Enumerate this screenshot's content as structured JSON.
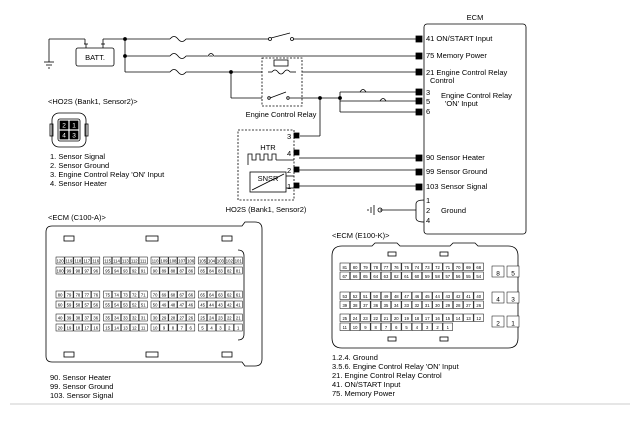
{
  "battery": {
    "label": "BATT."
  },
  "ecm": {
    "title": "ECM",
    "pins": [
      {
        "label": "41 ON/START Input"
      },
      {
        "label": "75 Memory Power"
      },
      {
        "label": "21 Engine Control Relay"
      },
      {
        "label": "Control"
      },
      {
        "label": "3"
      },
      {
        "label": "5"
      },
      {
        "label": "6"
      },
      {
        "label": "Engine Control Relay"
      },
      {
        "label": "'ON' Input"
      },
      {
        "label": "90 Sensor Heater"
      },
      {
        "label": "99 Sensor Ground"
      },
      {
        "label": "103 Sensor Signal"
      },
      {
        "label": "1"
      },
      {
        "label": "2"
      },
      {
        "label": "4"
      },
      {
        "label": "Ground"
      }
    ]
  },
  "relay": {
    "label": "Engine Control Relay"
  },
  "sensor": {
    "title": "HO2S (Bank1, Sensor2)",
    "htr": "HTR",
    "snsr": "SNSR",
    "pins": [
      "3",
      "4",
      "2",
      "1"
    ]
  },
  "ho2s_connector": {
    "title": "<HO2S (Bank1, Sensor2)>",
    "pins": [
      "2",
      "1",
      "4",
      "3"
    ],
    "legend": [
      "1. Sensor Signal",
      "2. Sensor Ground",
      "3. Engine Control Relay 'ON' Input",
      "4. Sensor Heater"
    ]
  },
  "ecm_c100": {
    "title": "<ECM (C100-A)>",
    "rows": [
      [
        "120",
        "119",
        "118",
        "117",
        "116",
        "115",
        "114",
        "113",
        "112",
        "111",
        "110",
        "109",
        "108",
        "107",
        "106",
        "105",
        "104",
        "103",
        "102",
        "101"
      ],
      [
        "100",
        "99",
        "98",
        "97",
        "96",
        "95",
        "94",
        "93",
        "92",
        "91",
        "90",
        "89",
        "88",
        "87",
        "86",
        "85",
        "84",
        "83",
        "82",
        "81"
      ],
      [
        "80",
        "79",
        "78",
        "77",
        "76",
        "75",
        "74",
        "73",
        "72",
        "71",
        "70",
        "69",
        "68",
        "67",
        "66",
        "65",
        "64",
        "63",
        "62",
        "61"
      ],
      [
        "60",
        "59",
        "58",
        "57",
        "56",
        "55",
        "54",
        "53",
        "52",
        "51",
        "50",
        "49",
        "48",
        "47",
        "46",
        "45",
        "44",
        "43",
        "42",
        "41"
      ],
      [
        "40",
        "39",
        "38",
        "37",
        "36",
        "35",
        "34",
        "33",
        "32",
        "31",
        "30",
        "29",
        "28",
        "27",
        "26",
        "25",
        "24",
        "23",
        "22",
        "21"
      ],
      [
        "20",
        "19",
        "18",
        "17",
        "16",
        "15",
        "14",
        "13",
        "12",
        "11",
        "10",
        "9",
        "8",
        "7",
        "6",
        "5",
        "4",
        "3",
        "2",
        "1"
      ]
    ],
    "legend": [
      "90. Sensor Heater",
      "99. Sensor Ground",
      "103. Sensor Signal"
    ]
  },
  "ecm_e100": {
    "title": "<ECM (E100-K)>",
    "rows": [
      [
        "81",
        "80",
        "79",
        "78",
        "77",
        "76",
        "75",
        "74",
        "73",
        "72",
        "71",
        "70",
        "69",
        "68"
      ],
      [
        "67",
        "66",
        "65",
        "64",
        "63",
        "62",
        "61",
        "60",
        "59",
        "58",
        "57",
        "56",
        "55",
        "54"
      ],
      [
        "53",
        "52",
        "51",
        "50",
        "49",
        "48",
        "47",
        "46",
        "45",
        "44",
        "43",
        "42",
        "41",
        "40"
      ],
      [
        "39",
        "38",
        "37",
        "36",
        "35",
        "34",
        "33",
        "32",
        "31",
        "30",
        "29",
        "28",
        "27",
        "26"
      ],
      [
        "25",
        "24",
        "23",
        "22",
        "21",
        "20",
        "19",
        "18",
        "17",
        "16",
        "15",
        "14",
        "13",
        "12"
      ],
      [
        "11",
        "10",
        "9",
        "8",
        "7",
        "6",
        "5",
        "4",
        "3",
        "2",
        "1"
      ]
    ],
    "side": [
      "8",
      "5",
      "4",
      "3",
      "2",
      "1"
    ],
    "legend": [
      "1.2.4. Ground",
      "3.5.6. Engine Control Relay 'ON' Input",
      "21. Engine Control Relay Control",
      "41. ON/START Input",
      "75. Memory Power"
    ]
  }
}
